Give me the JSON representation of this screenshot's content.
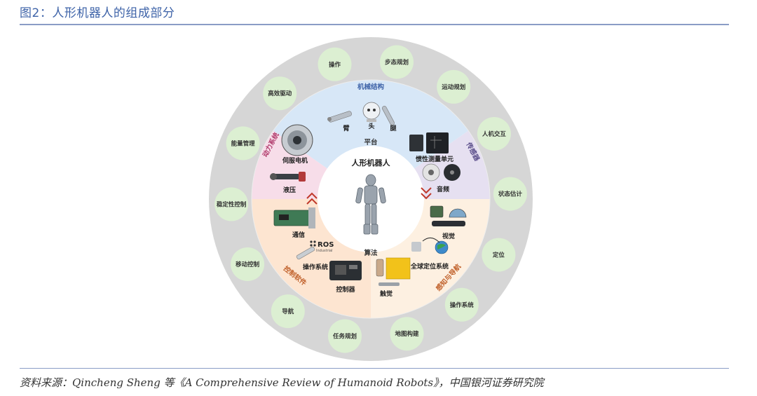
{
  "figure": {
    "title": "图2：人形机器人的组成部分",
    "source": "资料来源：Qincheng Sheng 等《A Comprehensive Review of Humanoid Robots》，中国银河证券研究院"
  },
  "center": {
    "label": "人形机器人"
  },
  "outer_bubbles": [
    "操作",
    "步态规划",
    "运动规划",
    "人机交互",
    "状态估计",
    "定位",
    "操作系统",
    "地图构建",
    "任务规划",
    "导航",
    "移动控制",
    "稳定性控制",
    "能量管理",
    "高效驱动"
  ],
  "sectors": {
    "platform": {
      "ring_label": "机械结构",
      "label": "平台",
      "items": [
        "臂",
        "头",
        "腿"
      ]
    },
    "sensors": {
      "ring_label": "传感器",
      "items": [
        "惯性测量单元",
        "音频",
        "视觉"
      ]
    },
    "power": {
      "ring_label": "动力系统",
      "items": [
        "伺服电机",
        "液压"
      ]
    },
    "algorithm": {
      "label": "算法",
      "items": [
        "通信",
        "操作系统",
        "控制器",
        "触觉",
        "全球定位系统"
      ],
      "ros_text": "ROS",
      "ros_sub": "Industrial"
    },
    "control": {
      "ring_label": "控制软件"
    },
    "perception": {
      "ring_label": "感知与导航"
    }
  },
  "colors": {
    "accent": "#3e63a8",
    "outer_ring": "#d6d6d6",
    "bubble": "#dcefd2",
    "platform": "#d7e7f7",
    "sensors": "#e4dff0",
    "power": "#f6dbe8",
    "control": "#fde6d3",
    "perception": "#fdeede",
    "arrow_red": "#c0392b"
  }
}
